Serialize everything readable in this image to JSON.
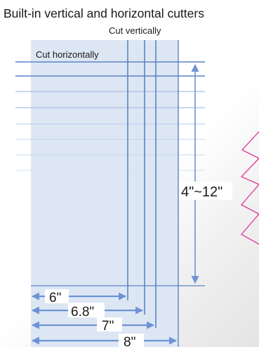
{
  "title": "Built-in vertical and horizontal cutters",
  "labels": {
    "cut_vertically": "Cut vertically",
    "cut_horizontally": "Cut horizontally",
    "length_range": "4\"~12\""
  },
  "widths": [
    "6\"",
    "6.8\"",
    "7\"",
    "8\""
  ],
  "colors": {
    "paper": "#dde6f3",
    "cutter_line": "#5b83c7",
    "guide_line": "#a9c0e4",
    "arrow": "#6d93d6",
    "accent_zigzag": "#e0389c",
    "text": "#1a1a1a"
  }
}
